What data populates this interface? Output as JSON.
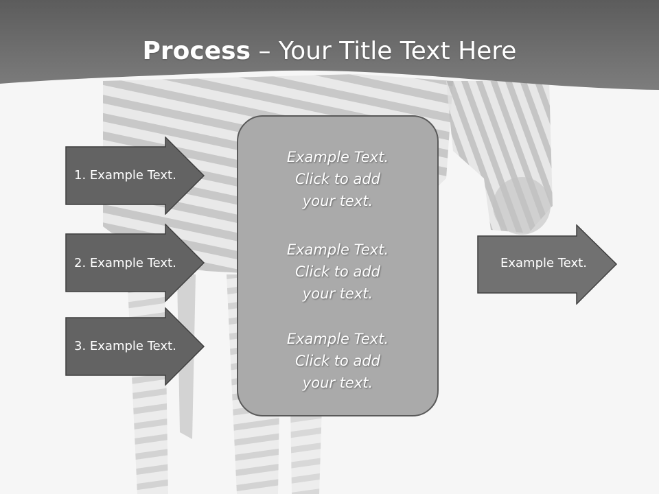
{
  "title": {
    "bold": "Process",
    "dash": " – ",
    "rest": "Your Title Text Here"
  },
  "steps": [
    {
      "label": "1. Example Text."
    },
    {
      "label": "2. Example Text."
    },
    {
      "label": "3. Example Text."
    }
  ],
  "center_blocks": [
    {
      "line1": "Example Text.",
      "line2": "Click  to add",
      "line3": "your text."
    },
    {
      "line1": "Example Text.",
      "line2": "Click  to add",
      "line3": "your text."
    },
    {
      "line1": "Example Text.",
      "line2": "Click  to add",
      "line3": "your text."
    }
  ],
  "output": {
    "label": "Example Text."
  },
  "colors": {
    "header": "#6b6b6b",
    "arrow_dark": "#636363",
    "arrow_output": "#717171",
    "center_fill": "#aaaaaa",
    "border": "#595959"
  }
}
